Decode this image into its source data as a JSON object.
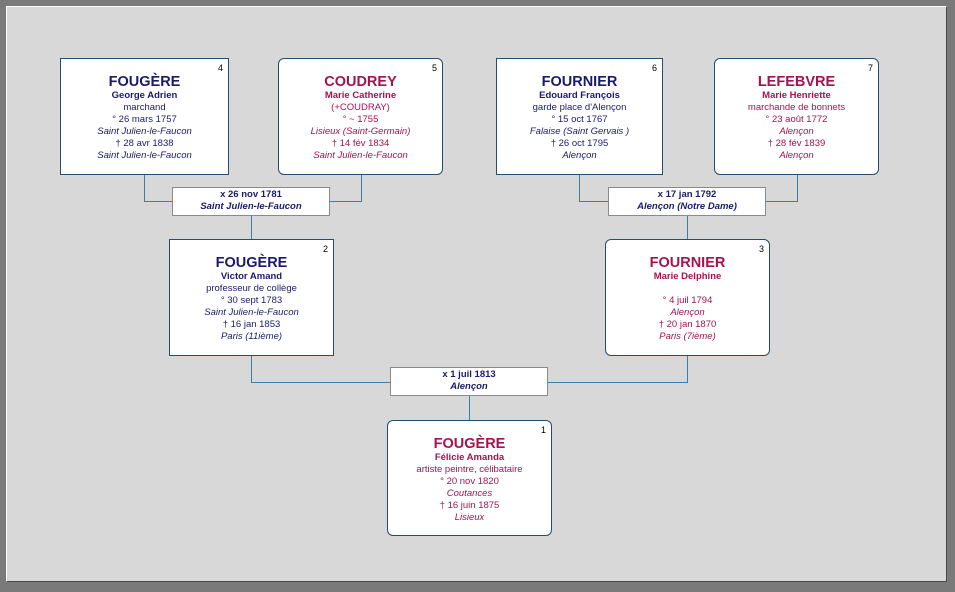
{
  "colors": {
    "male": "#1a1a6e",
    "female": "#a4134f",
    "line": "#3a7fa8",
    "background": "#d8d8d8"
  },
  "persons": {
    "p1": {
      "num": "1",
      "surname": "FOUGÈRE",
      "given": "Félicie Amanda",
      "occupation": "artiste peintre, célibataire",
      "birth": "° 20 nov 1820",
      "birth_place": "Coutances",
      "death": "† 16 juin 1875",
      "death_place": "Lisieux"
    },
    "p2": {
      "num": "2",
      "surname": "FOUGÈRE",
      "given": "Victor Amand",
      "occupation": "professeur de collège",
      "birth": "° 30 sept 1783",
      "birth_place": "Saint Julien-le-Faucon",
      "death": "† 16 jan 1853",
      "death_place": "Paris (11ième)"
    },
    "p3": {
      "num": "3",
      "surname": "FOURNIER",
      "given": "Marie Delphine",
      "occupation": "",
      "birth": "° 4 juil 1794",
      "birth_place": "Alençon",
      "death": "† 20 jan 1870",
      "death_place": "Paris (7ième)"
    },
    "p4": {
      "num": "4",
      "surname": "FOUGÈRE",
      "given": "George Adrien",
      "occupation": "marchand",
      "birth": "° 26 mars 1757",
      "birth_place": "Saint Julien-le-Faucon",
      "death": "† 28 avr 1838",
      "death_place": "Saint Julien-le-Faucon"
    },
    "p5": {
      "num": "5",
      "surname": "COUDREY",
      "given": "Marie Catherine",
      "occupation": "(+COUDRAY)",
      "birth": "° ~ 1755",
      "birth_place": "Lisieux (Saint-Germain)",
      "death": "† 14 fév 1834",
      "death_place": "Saint Julien-le-Faucon"
    },
    "p6": {
      "num": "6",
      "surname": "FOURNIER",
      "given": "Edouard François",
      "occupation": "garde place d'Alençon",
      "birth": "° 15 oct 1767",
      "birth_place": "Falaise (Saint Gervais )",
      "death": "† 26 oct 1795",
      "death_place": "Alençon"
    },
    "p7": {
      "num": "7",
      "surname": "LEFEBVRE",
      "given": "Marie Henriette",
      "occupation": "marchande de bonnets",
      "birth": "° 23 août 1772",
      "birth_place": "Alençon",
      "death": "† 28 fév 1839",
      "death_place": "Alençon"
    }
  },
  "marriages": {
    "m23": {
      "date": "x 1 juil 1813",
      "place": "Alençon"
    },
    "m45": {
      "date": "x 26 nov 1781",
      "place": "Saint Julien-le-Faucon"
    },
    "m67": {
      "date": "x 17 jan 1792",
      "place": "Alençon (Notre Dame)"
    }
  }
}
